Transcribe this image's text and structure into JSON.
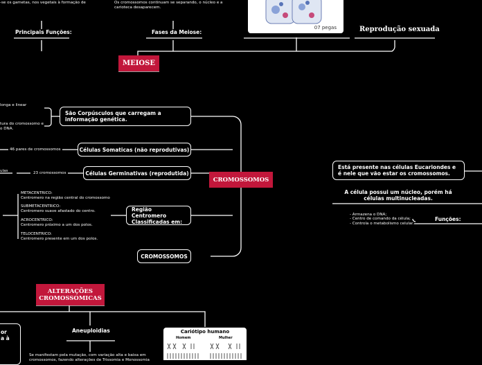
{
  "meiose": {
    "title": "MEIOSE",
    "gametes_text": "-se os gametas, nos vegetais à formação de",
    "nucleus_text_1": "Os cromossomos continuam se separando, o núcleo e a",
    "nucleus_text_2": "carioteca desaparecem.",
    "functions_label": "Principais Funções:",
    "phases_label": "Fases da Meiose:",
    "image_caption": "07 pegas",
    "reproduction": "Reprodução sexuada"
  },
  "cromossomos": {
    "title": "CROMOSSOMOS",
    "corpusculos": "São Corpúsculos que carregam a informação genética.",
    "corpusculos_detail_1": "longa e linear",
    "corpusculos_detail_2": "tura do cromossomo e",
    "corpusculos_detail_3": "o DNA.",
    "somaticas": "Células Somaticas (não reprodutivas)",
    "somaticas_detail": "46 pares de cromossomos",
    "germinativas": "Células Germinativas (reprodutida)",
    "germinativas_detail": "23 cromossomos",
    "germinativas_left": "ulas",
    "centromero": "Região Centromero Classificadas em:",
    "types": [
      {
        "name": "METACENTRICO:",
        "desc": "Centromero na região central do cromossomo"
      },
      {
        "name": "SUBMETACENTRICO:",
        "desc": "Centromero suave afastado do centro."
      },
      {
        "name": "ACROCENTRICO:",
        "desc": "Centromero próximo a um dos polos."
      },
      {
        "name": "TELOCENTRICO:",
        "desc": "Centromero presente em um dos polos."
      }
    ],
    "sub_label": "CROMOSSOMOS"
  },
  "nucleo": {
    "eucariontes": "Está presente nas células Eucariondes e é nele que vão estar os cromossomos.",
    "multinucleadas": "A célula possui um núcleo, porém há células multinucleadas.",
    "functions_label": "Funções:",
    "functions": [
      "- Armazena o DNA;",
      "- Centro de comando da célula;",
      "- Controla o metabolismo celular."
    ]
  },
  "alteracoes": {
    "title_1": "ALTERAÇÕES",
    "title_2": "CROMOSSOMICAS",
    "aneuploidias": "Aneuploidias",
    "aneuploidias_desc_1": "Se manifestam pela mutação, com variação alta e baixa em",
    "aneuploidias_desc_2": "cromossomos, fazendo alterações de Trissomia e Monossomia",
    "left_box_1": "or",
    "left_box_2": "a à",
    "cariotipo_title": "Cariótipo humano",
    "cariotipo_homem": "Homem",
    "cariotipo_mulher": "Mulher"
  }
}
